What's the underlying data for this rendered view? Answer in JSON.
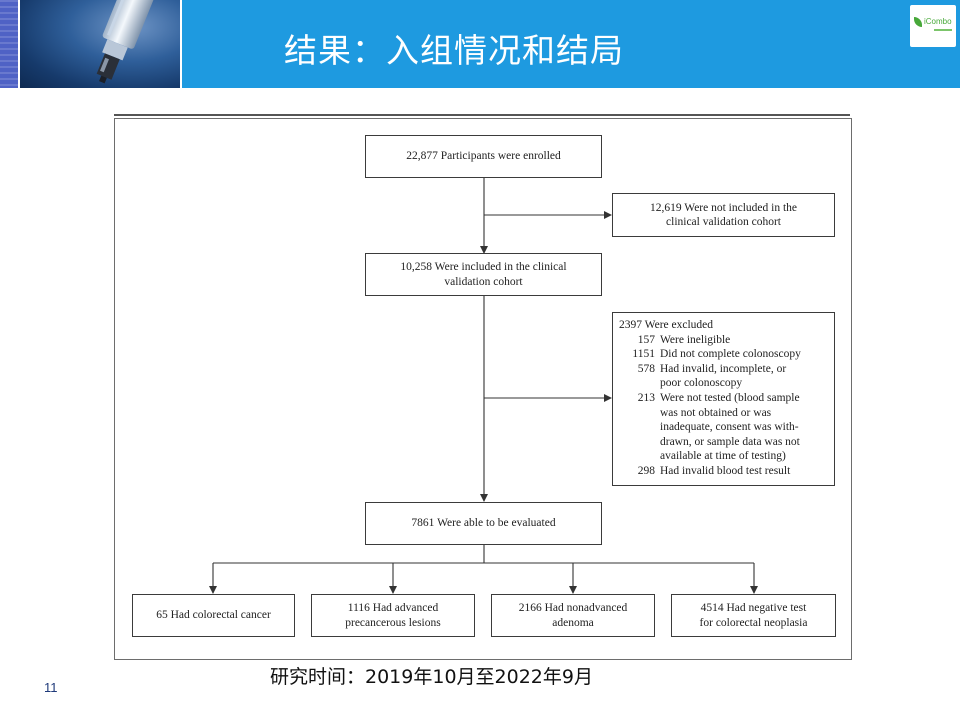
{
  "header": {
    "title": "结果：入组情况和结局",
    "logo_text": "iCombo",
    "accent_color": "#1e9ae0"
  },
  "flowchart": {
    "enrolled": "22,877 Participants were enrolled",
    "not_included": "12,619 Were not included in the\nclinical validation cohort",
    "included": "10,258 Were included in the clinical\nvalidation cohort",
    "excluded_title": "2397 Were excluded",
    "excluded_items": [
      {
        "count": "157",
        "text": "Were ineligible"
      },
      {
        "count": "1151",
        "text": "Did not complete colonoscopy"
      },
      {
        "count": "578",
        "text": "Had invalid, incomplete, or\npoor colonoscopy"
      },
      {
        "count": "213",
        "text": "Were not tested (blood sample\nwas not obtained or was\ninadequate, consent was with-\ndrawn, or sample data was not\navailable at time of testing)"
      },
      {
        "count": "298",
        "text": "Had invalid blood test result"
      }
    ],
    "evaluated": "7861 Were able to be evaluated",
    "outcomes": [
      "65 Had colorectal cancer",
      "1116 Had advanced\nprecancerous lesions",
      "2166 Had nonadvanced\nadenoma",
      "4514 Had negative test\nfor colorectal neoplasia"
    ]
  },
  "footer": {
    "study_time": "研究时间：2019年10月至2022年9月",
    "page_number": "11"
  }
}
